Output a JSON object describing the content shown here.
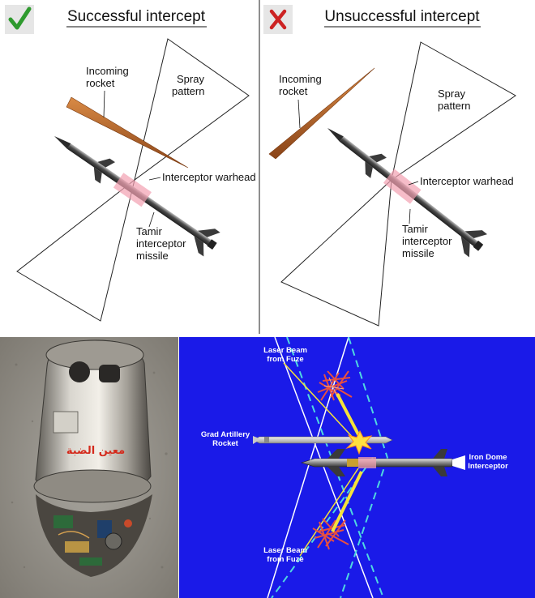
{
  "panels": {
    "success": {
      "title": "Successful intercept",
      "status_icon": "check-icon",
      "status_color": "#2e9a2e",
      "labels": {
        "incoming_rocket": [
          "Incoming",
          "rocket"
        ],
        "spray_pattern": [
          "Spray",
          "pattern"
        ],
        "interceptor_warhead": "Interceptor warhead",
        "tamir_missile": [
          "Tamir",
          "interceptor",
          "missile"
        ]
      }
    },
    "failure": {
      "title": "Unsuccessful intercept",
      "status_icon": "cross-icon",
      "status_color": "#cc2222",
      "labels": {
        "incoming_rocket": [
          "Incoming",
          "rocket"
        ],
        "spray_pattern": [
          "Spray",
          "pattern"
        ],
        "interceptor_warhead": "Interceptor warhead",
        "tamir_missile": [
          "Tamir",
          "interceptor",
          "missile"
        ]
      }
    }
  },
  "photo": {
    "arabic_caption": "معين الضبة"
  },
  "schematic": {
    "background_color": "#1a1ae8",
    "labels": {
      "laser_beam_top": [
        "Laser Beam",
        "from Fuze"
      ],
      "grad_rocket": [
        "Grad Artillery",
        "Rocket"
      ],
      "iron_dome": [
        "Iron Dome",
        "Interceptor"
      ],
      "laser_beam_bottom": [
        "Laser Beam",
        "from Fuze"
      ]
    }
  },
  "colors": {
    "rocket_brown": "#b5652a",
    "warhead_pink": "#f2a0b0",
    "missile_gray": "#5a5a5a",
    "beam_yellow": "#f5e23a",
    "cone_cyan": "#4fd8e0"
  }
}
